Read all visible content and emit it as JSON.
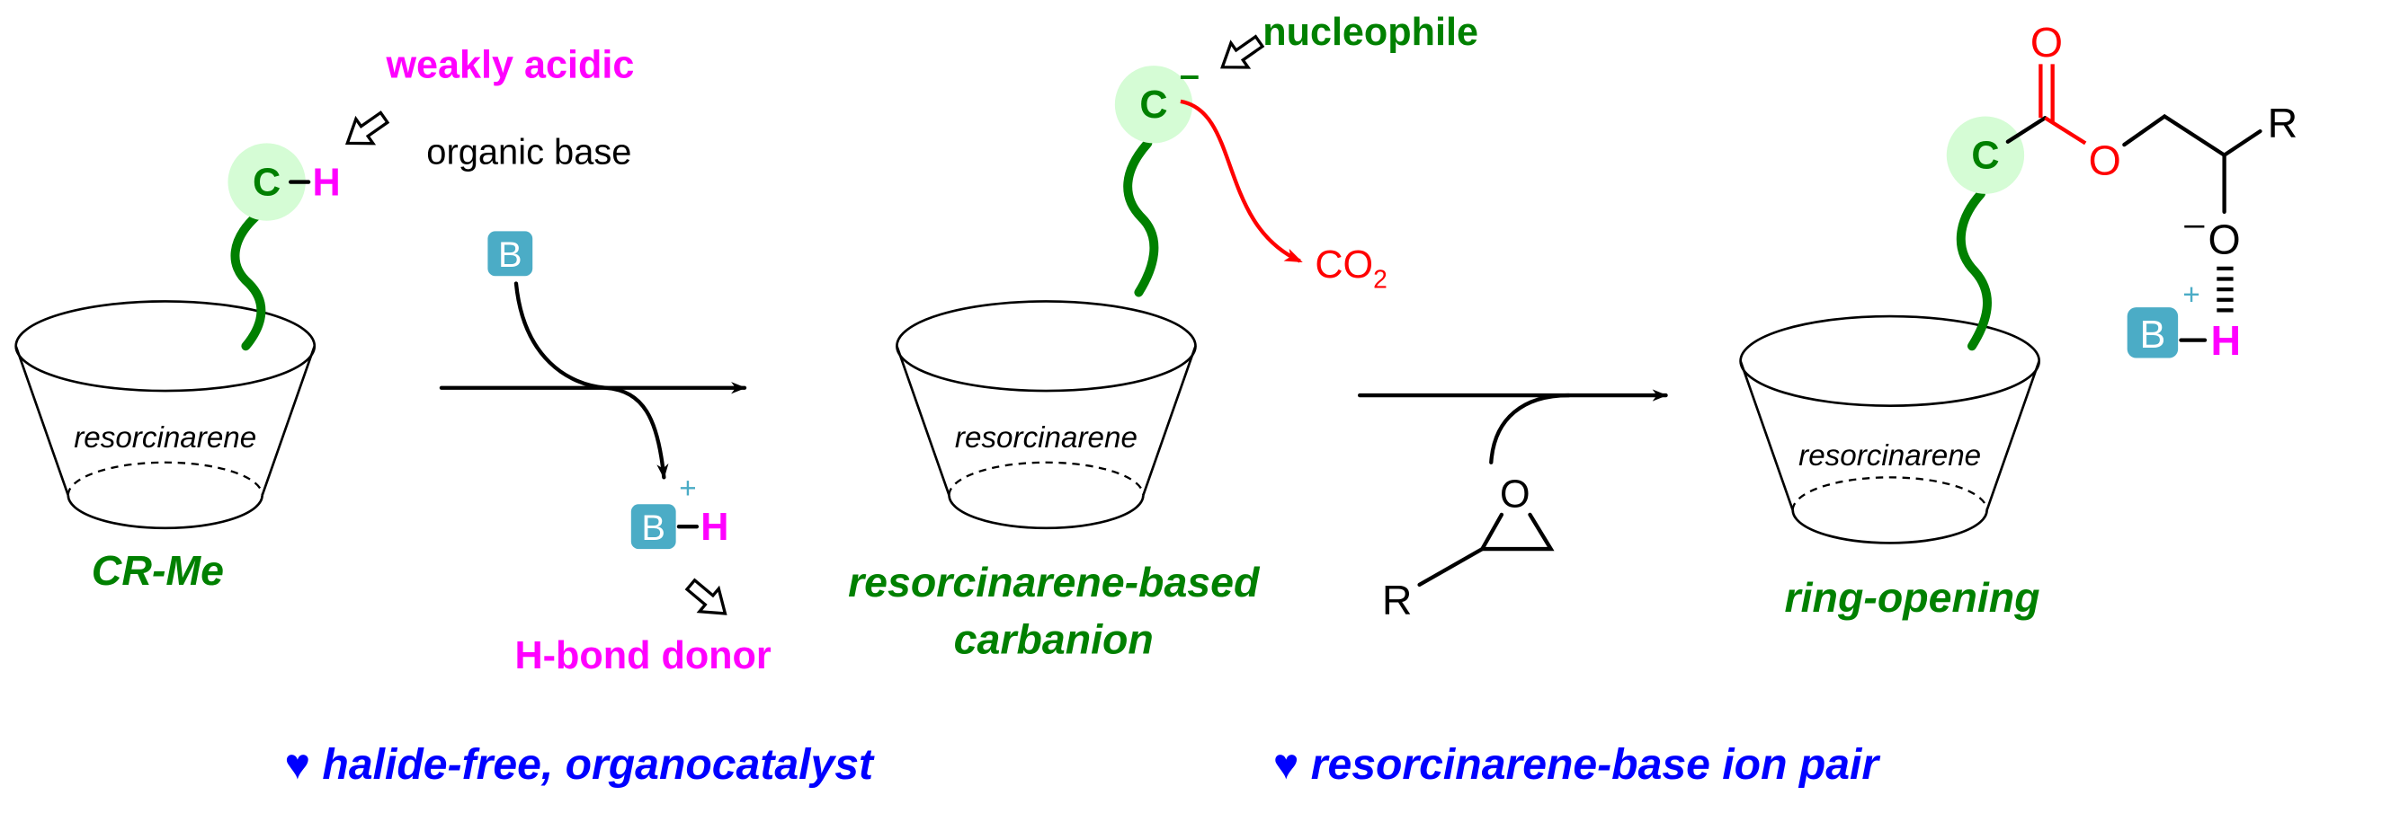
{
  "colors": {
    "green": "#008000",
    "magenta": "#ff00ff",
    "red": "#ff0000",
    "blue": "#0000ff",
    "base_box": "#4bacc6",
    "highlight": "#d5fcd5"
  },
  "step1": {
    "cup_label": "resorcinarene",
    "name": "CR-Me",
    "atom_c": "C",
    "atom_h": "H",
    "annotation": "weakly acidic"
  },
  "reagent": {
    "label": "organic base",
    "base": "B",
    "proton": "H",
    "charge": "+",
    "annotation": "H-bond donor"
  },
  "step2": {
    "cup_label": "resorcinarene",
    "atom_c": "C",
    "charge": "–",
    "annotation": "nucleophile",
    "co2": "CO",
    "co2_sub": "2",
    "name_line1": "resorcinarene-based",
    "name_line2": "carbanion"
  },
  "epoxide": {
    "o": "O",
    "r": "R"
  },
  "step3": {
    "cup_label": "resorcinarene",
    "atom_c": "C",
    "carbonyl_o": "O",
    "ester_o": "O",
    "r": "R",
    "alkoxide_o": "O",
    "minus": "–",
    "base": "B",
    "plus": "+",
    "proton": "H",
    "name": "ring-opening"
  },
  "footer": {
    "heart": "♥",
    "left": "halide-free, organocatalyst",
    "right": "resorcinarene-base ion pair"
  }
}
